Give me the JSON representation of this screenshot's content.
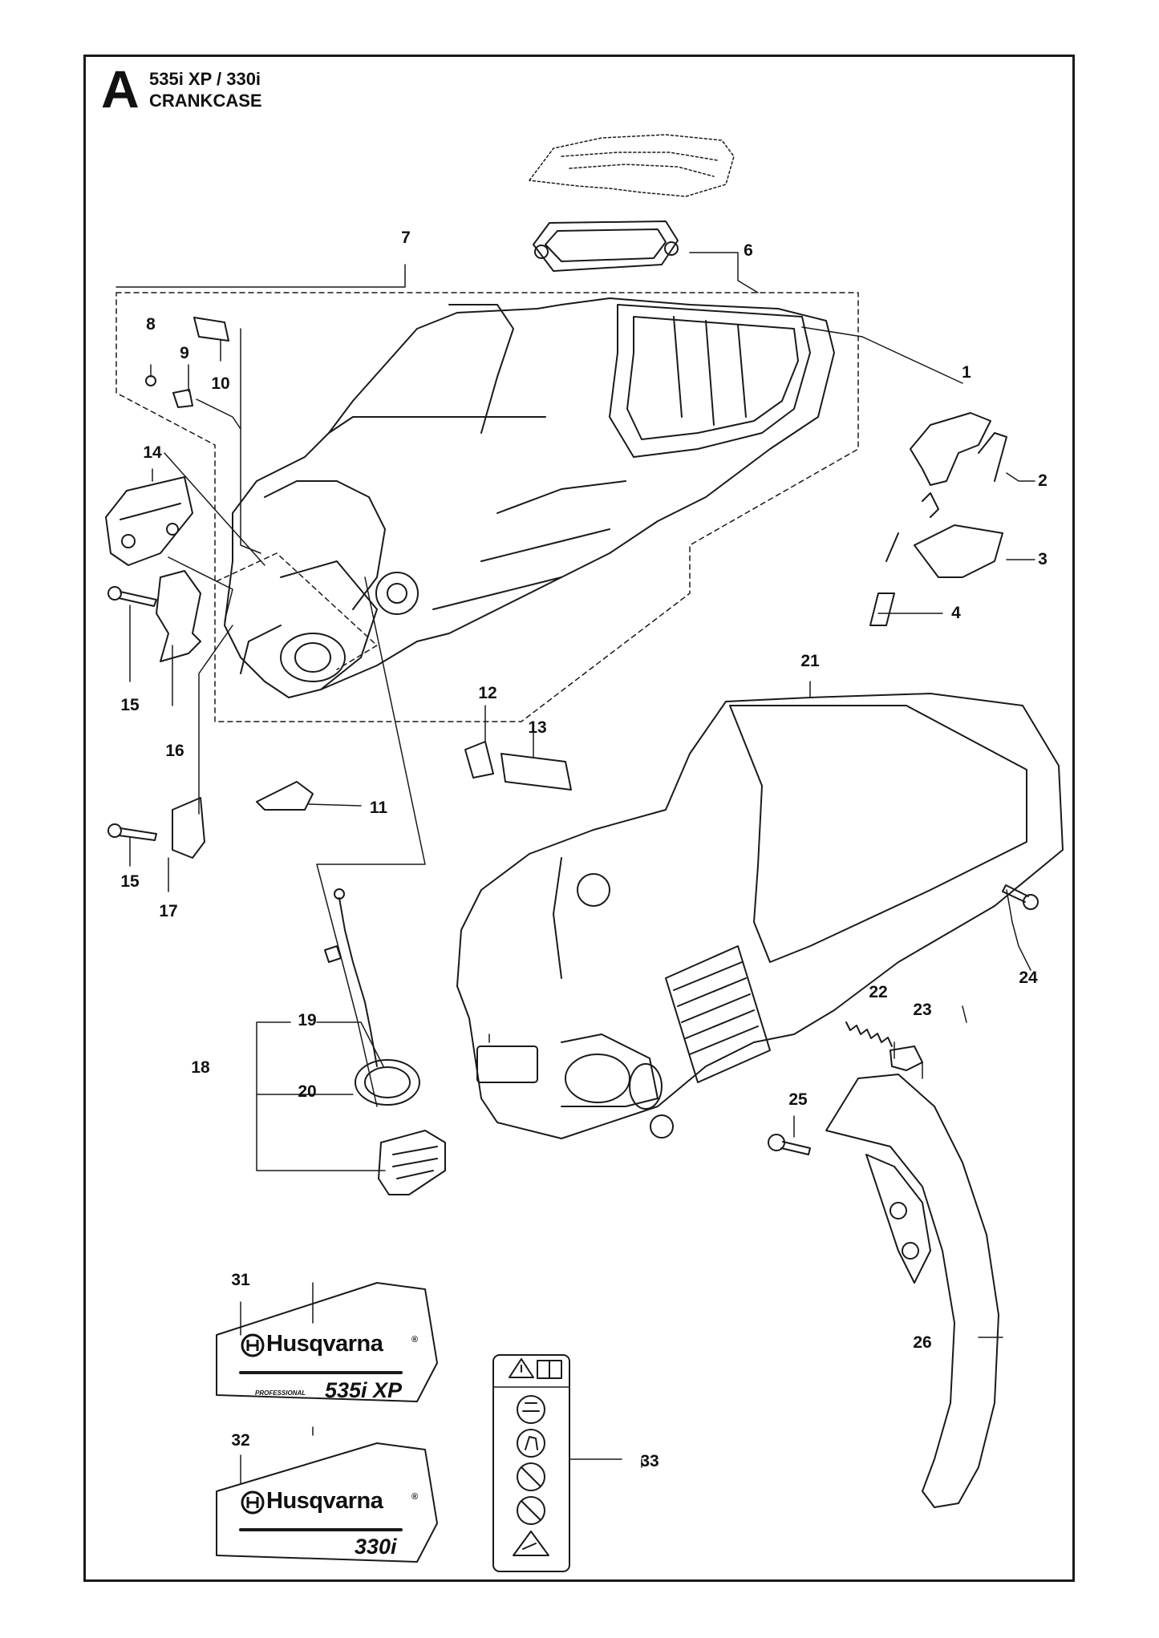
{
  "header": {
    "section_letter": "A",
    "model": "535i XP / 330i",
    "assembly": "CRANKCASE"
  },
  "callouts": [
    "1",
    "2",
    "3",
    "4",
    "6",
    "7",
    "8",
    "9",
    "10",
    "11",
    "12",
    "13",
    "14",
    "15",
    "15",
    "16",
    "17",
    "18",
    "19",
    "20",
    "21",
    "22",
    "23",
    "24",
    "25",
    "26",
    "31",
    "32",
    "33"
  ],
  "decals": {
    "brand": "Husqvarna",
    "professional": "PROFESSIONAL",
    "model_a": "535i XP",
    "model_b": "330i",
    "reg_mark": "®"
  },
  "icons": [
    "warning-triangle-icon",
    "manual-book-icon",
    "head-protection-icon",
    "gloves-icon",
    "no-one-hand-icon",
    "no-rain-icon",
    "kickback-icon"
  ]
}
